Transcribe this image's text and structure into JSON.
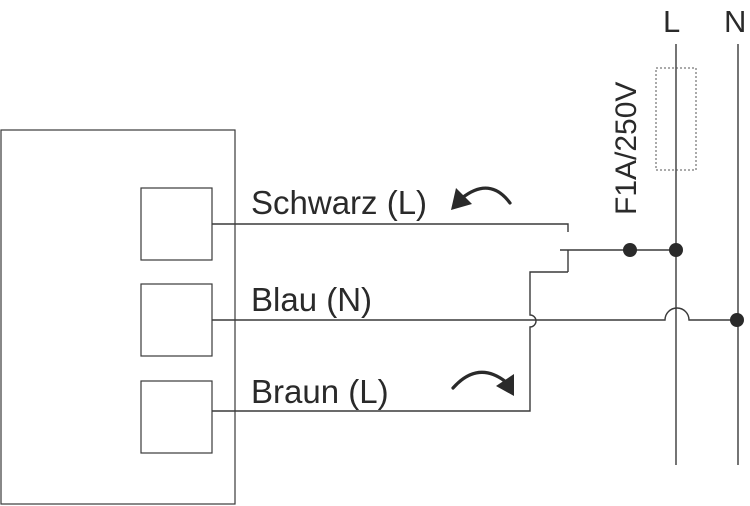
{
  "bus": {
    "l_label": "L",
    "n_label": "N"
  },
  "fuse": {
    "label": "F1A/250V"
  },
  "wires": {
    "black_label": "Schwarz (L)",
    "blue_label": "Blau (N)",
    "brown_label": "Braun (L)"
  },
  "colors": {
    "line": "#3a3a3a",
    "text": "#2a2a2a"
  }
}
